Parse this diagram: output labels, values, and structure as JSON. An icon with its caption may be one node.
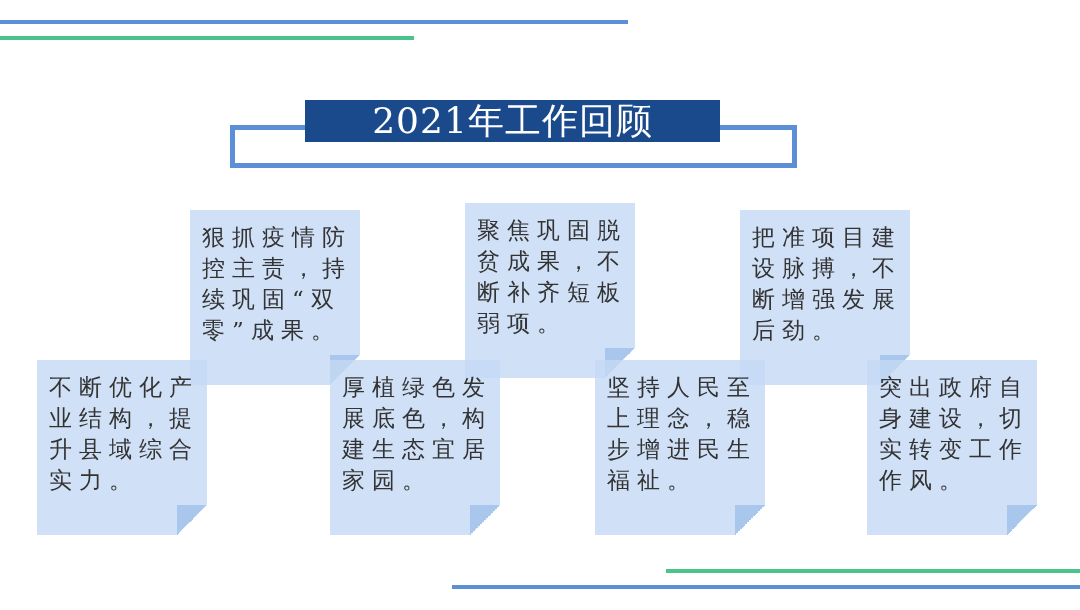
{
  "diagram": {
    "title": "2021年工作回顾",
    "nodes": [
      {
        "text": [
          "狠抓疫情防控主责，持续巩固“双零”成果。"
        ]
      },
      {
        "text": [
          "聚焦巩固脱贫成果，不断补齐短板弱项。"
        ]
      },
      {
        "text": [
          "把准项目建设脉搏，不断增强发展后劲。"
        ]
      },
      {
        "text": [
          "不断优化产业结构，提升县域综合实力。"
        ]
      },
      {
        "text": [
          "厚植绿色发展底色，构建生态宜居家园。"
        ]
      },
      {
        "text": [
          "坚持人民至上理念，稳步增进民生福祉。"
        ]
      },
      {
        "text": [
          "突出政府自身建设，切实转变工作作风。"
        ]
      }
    ]
  }
}
